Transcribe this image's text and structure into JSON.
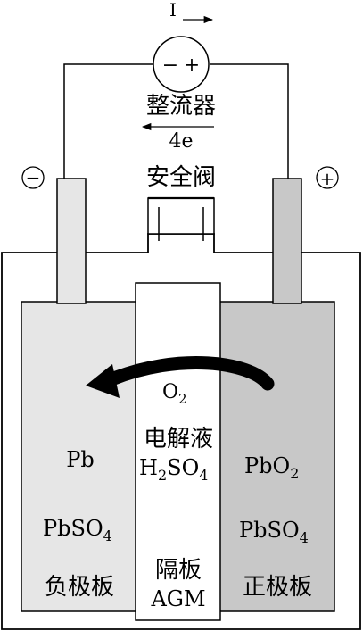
{
  "colors": {
    "negative_plate_fill": "#e6e6e6",
    "positive_plate_fill": "#c8c8c8",
    "separator_fill": "#ffffff",
    "stroke": "#000000",
    "arrow": "#000000"
  },
  "circuit": {
    "current_label": "I",
    "rectifier_minus": "−",
    "rectifier_plus": "+",
    "rectifier_label": "整流器",
    "electron_label": "4e"
  },
  "terminals": {
    "negative_symbol": "−",
    "positive_symbol": "+"
  },
  "valve": {
    "label": "安全阀"
  },
  "separator": {
    "label_line1": "隔板",
    "label_line2": "AGM"
  },
  "electrolyte": {
    "label": "电解液",
    "formula_main": "H",
    "formula_sub1": "2",
    "formula_mid": "SO",
    "formula_sub2": "4"
  },
  "oxygen": {
    "main": "O",
    "sub": "2"
  },
  "negative_plate": {
    "material1": "Pb",
    "material2_main": "PbSO",
    "material2_sub": "4",
    "label": "负极板"
  },
  "positive_plate": {
    "material1_main": "PbO",
    "material1_sub": "2",
    "material2_main": "PbSO",
    "material2_sub": "4",
    "label": "正极板"
  }
}
